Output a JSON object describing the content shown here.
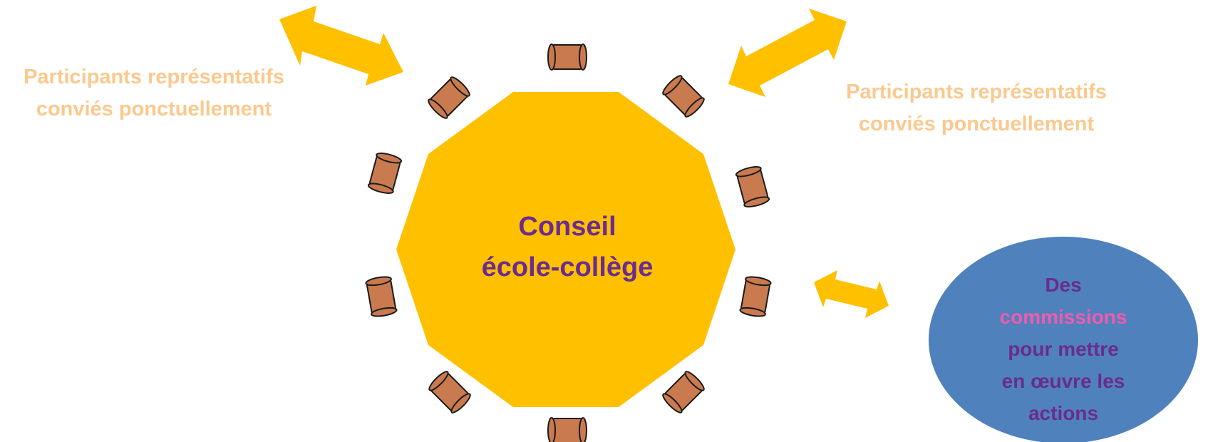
{
  "colors": {
    "table": "#FFC000",
    "arrow": "#FFC000",
    "title_text": "#6A2C91",
    "participants_text": "#FAC98E",
    "commission_fill": "#4F81BD",
    "commission_text": "#6A2C91",
    "commission_highlight": "#F25AAE",
    "chair_fill": "#C97A4E",
    "chair_stroke": "#1a1a1a"
  },
  "center": {
    "line1": "Conseil",
    "line2": "école-collège"
  },
  "participants_left": {
    "line1": "Participants représentatifs",
    "line2": "conviés ponctuellement"
  },
  "participants_right": {
    "line1": "Participants représentatifs",
    "line2": "conviés ponctuellement"
  },
  "commission": {
    "line1": "Des",
    "line2": "commissions",
    "line3": "pour mettre",
    "line4": "en œuvre les",
    "line5": "actions"
  },
  "chairs": {
    "count": 10
  },
  "arrows": {
    "count": 3,
    "icon": "double-arrow-icon"
  }
}
